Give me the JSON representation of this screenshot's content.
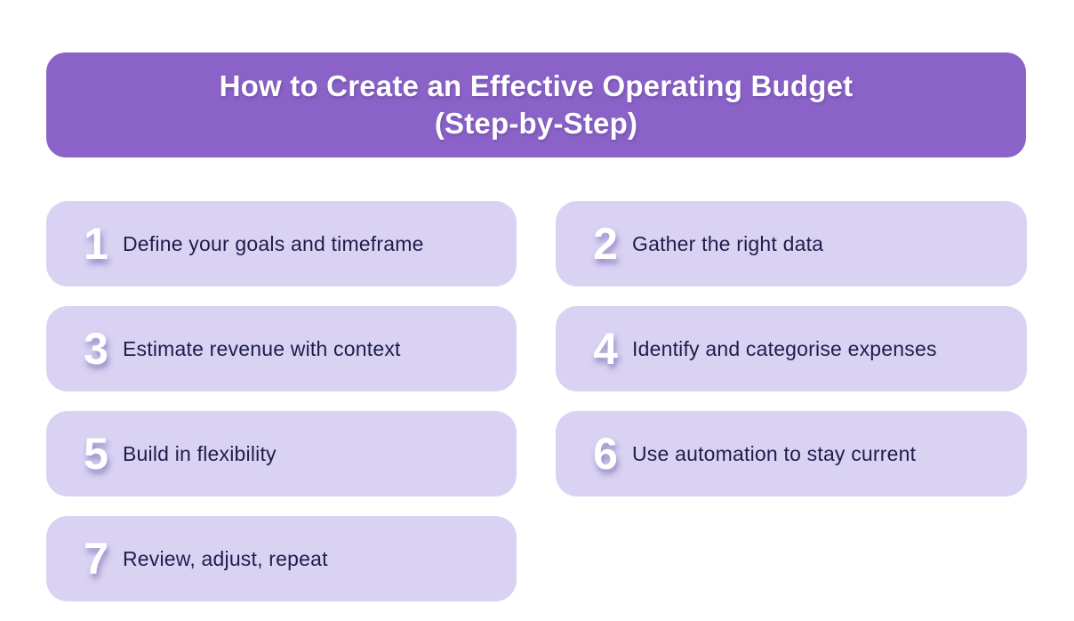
{
  "page": {
    "background_color": "#FFFFFF"
  },
  "header": {
    "title_line1": "How to Create an Effective Operating Budget",
    "title_line2": "(Step-by-Step)",
    "background_color": "#8B63C8",
    "text_color": "#FFFFFF"
  },
  "steps": [
    {
      "number": "1",
      "label": "Define your goals and timeframe"
    },
    {
      "number": "2",
      "label": "Gather the right data"
    },
    {
      "number": "3",
      "label": "Estimate revenue with context"
    },
    {
      "number": "4",
      "label": "Identify and categorise expenses"
    },
    {
      "number": "5",
      "label": "Build in flexibility"
    },
    {
      "number": "6",
      "label": "Use automation to stay current"
    },
    {
      "number": "7",
      "label": "Review, adjust, repeat"
    }
  ],
  "colors": {
    "card_background": "#D9D2F3",
    "label_text": "#1E1E4B",
    "number_text": "#FFFFFF"
  }
}
